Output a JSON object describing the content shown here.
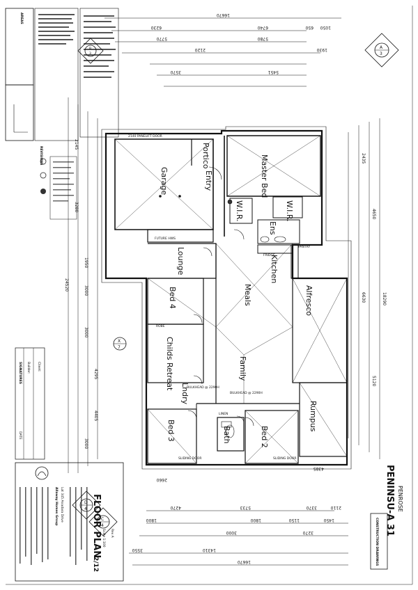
{
  "rooms": {
    "garage": "Garage",
    "portico": "Portico",
    "entry": "Entry",
    "master_bed": "Master Bed",
    "wir_left": "W.I.R.",
    "wir_right": "W.I.R.",
    "ens": "Ens",
    "kitchen": "Kitchen",
    "lounge": "Lounge",
    "meals": "Meals",
    "alfresco": "Alfresco",
    "bed4": "Bed 4",
    "childs_retreat": "Childs Retreat",
    "family": "Family",
    "rumpus": "Rumpus",
    "bed3": "Bed 3",
    "bath": "Bath",
    "bed2": "Bed 2",
    "lndry": "Lndry"
  },
  "title_block": {
    "model": "PENINSU-A 31",
    "facade": "PENROSE",
    "stamp": "CONSTRUCTION DRAWINGS",
    "sheet_title": "FLOOR PLAN",
    "sheet_no": "2/12",
    "company": "Allaway Homes Group",
    "client_label": "Client:",
    "builder_label": "Builder:",
    "signatures_label": "SIGNATURES",
    "date_label": "DATE",
    "rev": "Rev A",
    "scale": "Scale 1:100",
    "address": "Lot 345 Anadara Drive"
  },
  "overall_dims": {
    "top_overall": "16670",
    "bottom_overall": "16670",
    "bottom_inner": "14310",
    "left_overall": "24520",
    "right_overall": "18290"
  },
  "top_dims": [
    "6230",
    "6740",
    "650",
    "1050",
    "5770",
    "5780",
    "3570",
    "2120",
    "5451",
    "1930"
  ],
  "bottom_dims": [
    "4270",
    "5733",
    "3370",
    "1800",
    "3000",
    "1800",
    "1150",
    "2660",
    "4385",
    "3550",
    "3270",
    "1450",
    "2110"
  ],
  "left_dims": [
    "2145",
    "3280",
    "1950",
    "3000",
    "3000",
    "4295",
    "4405",
    "3000"
  ],
  "right_dims": [
    "4650",
    "5120",
    "6630",
    "2435"
  ],
  "notes": {
    "garage_door": "2140 PANELIFT DOOR",
    "bulkhead_1": "BULKHEAD @ 2290H",
    "bulkhead_2": "BULKHEAD @ 2290H",
    "sliding_door": "SLIDING DOOR",
    "sliding_door_2": "SLIDING DOOR",
    "future_hws": "FUTURE HWS",
    "linen": "LINEN",
    "robe": "ROBE",
    "pantry": "PANTRY",
    "fridge": "FRIDGE"
  },
  "markers": {
    "a_top": "A",
    "a_sub": "3",
    "b_top": "B",
    "b_sub": "3",
    "c_top": "C",
    "c_sub": "4",
    "d_top": "D",
    "d_sub": "4",
    "x_top": "X",
    "x_sub": "7"
  },
  "schedule_header": {
    "areas": "AREAS",
    "revisions": "REVISIONS"
  }
}
